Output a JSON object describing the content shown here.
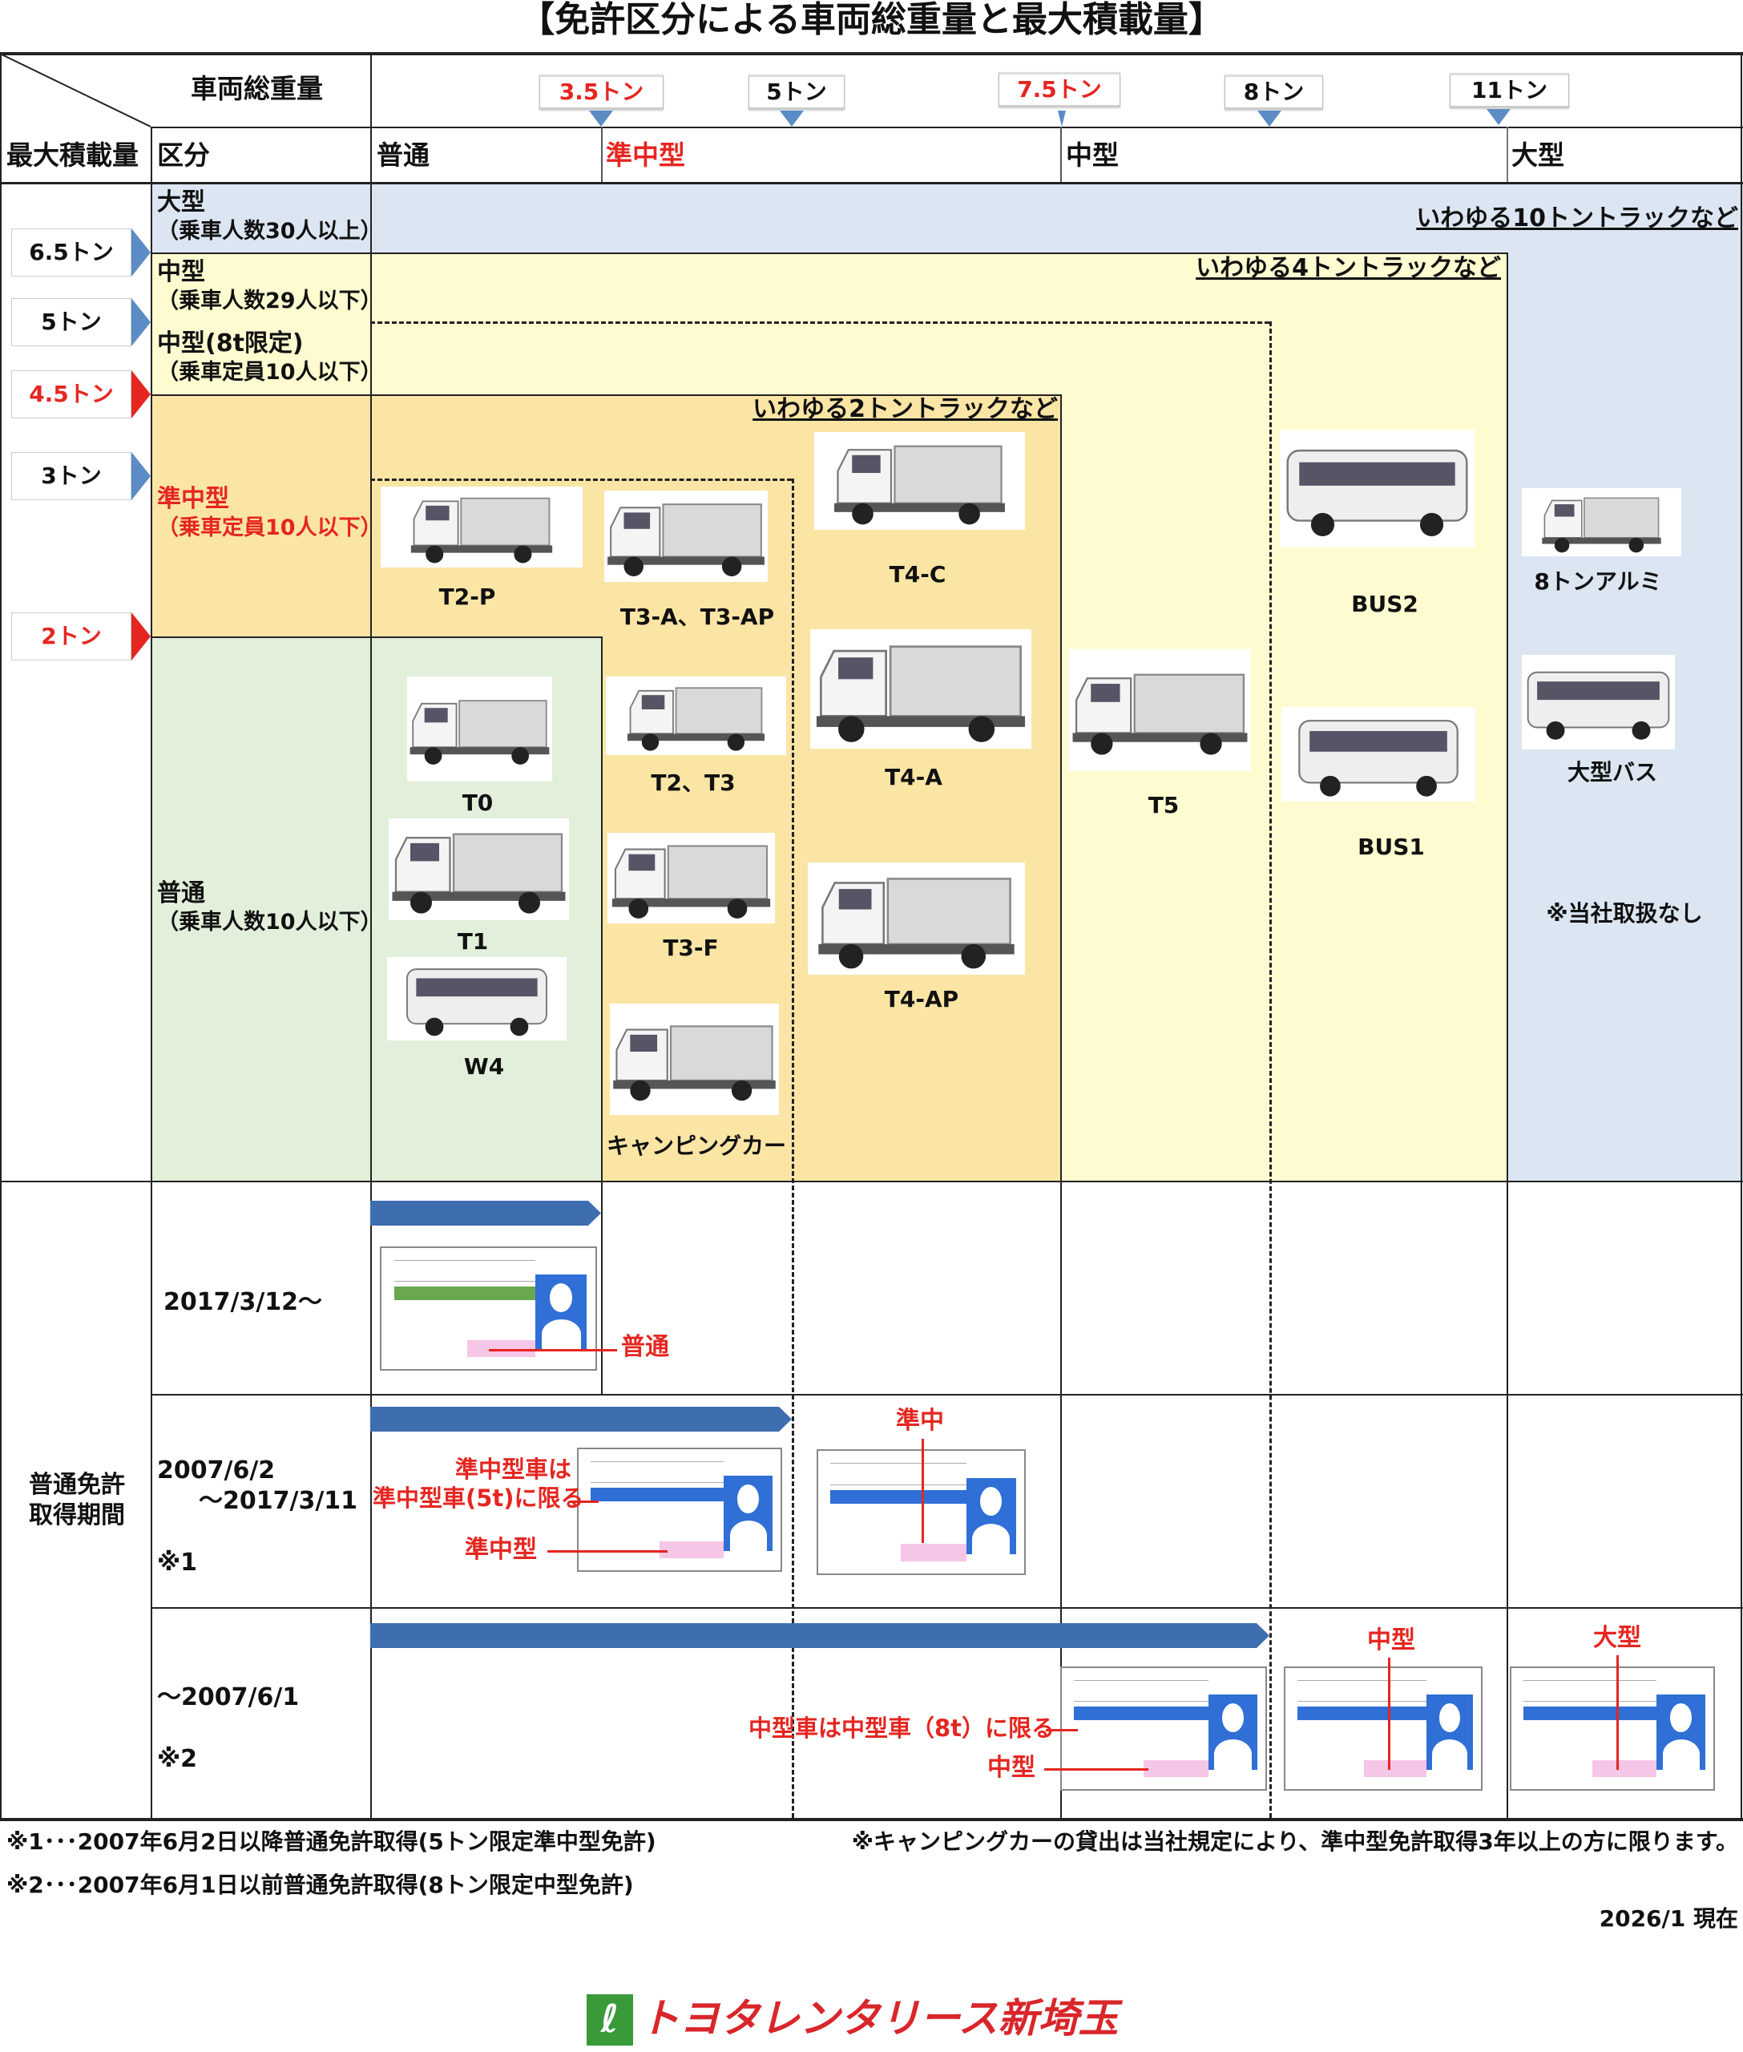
{
  "title": "【免許区分による車両総重量と最大積載量】",
  "header": {
    "gvw_label": "車両総重量",
    "payload_label": "最大積載量",
    "category_label": "区分",
    "gvw_markers": [
      {
        "label": "3.5トン",
        "red": true
      },
      {
        "label": "5トン"
      },
      {
        "label": "7.5トン",
        "red": true
      },
      {
        "label": "8トン"
      },
      {
        "label": "11トン"
      }
    ],
    "classes": [
      "普通",
      "準中型",
      "中型",
      "大型"
    ]
  },
  "payload_markers": [
    "6.5トン",
    "5トン",
    "4.5トン",
    "3トン",
    "2トン"
  ],
  "categories": {
    "oogata": {
      "name": "大型",
      "cond": "（乗車人数30人以上）",
      "note": "いわゆる10トントラックなど"
    },
    "chugata": {
      "name": "中型",
      "cond": "（乗車人数29人以下）",
      "note": "いわゆる4トントラックなど"
    },
    "chugata8": {
      "name": "中型(8t限定)",
      "cond": "（乗車定員10人以下）"
    },
    "junchu": {
      "name": "準中型",
      "cond": "（乗車定員10人以下）",
      "note": "いわゆる2トントラックなど"
    },
    "futsu": {
      "name": "普通",
      "cond": "（乗車人数10人以下）"
    }
  },
  "vehicles": [
    "T2-P",
    "T3-A、T3-AP",
    "T4-C",
    "BUS2",
    "8トンアルミ",
    "T0",
    "T2、T3",
    "T4-A",
    "T5",
    "BUS1",
    "大型バス",
    "T1",
    "T3-F",
    "T4-AP",
    "W4",
    "キャンピングカー"
  ],
  "not_handled": "※当社取扱なし",
  "license": {
    "period_label": "普通免許\n取得期間",
    "period_label_1": "普通免許",
    "period_label_2": "取得期間",
    "rows": [
      {
        "date": "2017/3/12〜",
        "annot": "普通"
      },
      {
        "date1": "2007/6/2",
        "date2": "〜2017/3/11",
        "ref": "※1",
        "annot1": "準中型車は",
        "annot2": "準中型車(5t)に限る",
        "annot3": "準中型",
        "annot4": "準中"
      },
      {
        "date": "〜2007/6/1",
        "ref": "※2",
        "annot1": "中型車は中型車（8t）に限る",
        "annot2": "中型",
        "annot3": "中型",
        "annot4": "大型"
      }
    ]
  },
  "footer": {
    "note1": "※1･･･2007年6月2日以降普通免許取得(5トン限定準中型免許)",
    "note2": "※2･･･2007年6月1日以前普通免許取得(8トン限定中型免許)",
    "note3": "※キャンピングカーの貸出は当社規定により、準中型免許取得3年以上の方に限ります。",
    "date": "2026/1  現在",
    "logo": "トヨタレンタリース新埼玉"
  },
  "colors": {
    "oogata": "#dce6f2",
    "chugata": "#fefbd0",
    "junchu": "#fbe5a5",
    "futsu": "#e2efda",
    "accent": "#e52620",
    "arrow": "#3e6db0"
  }
}
